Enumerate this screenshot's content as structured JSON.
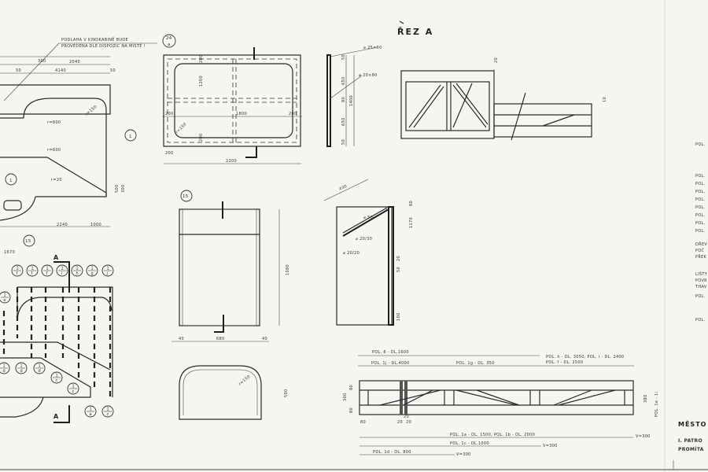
{
  "drawing": {
    "section_title": "ŘEZ A",
    "note_line1": "PODLAHA V KINOKABINĚ BUDE",
    "note_line2": "PROVEDENA DLE DISPOZIC NA MÍSTĚ !",
    "callouts": {
      "c24a_top": "24",
      "c24a_bottom": "a",
      "c1_a": "1",
      "c1_b": "1",
      "c15_a": "15",
      "c15_b": "15",
      "section_marker": "A"
    },
    "plan_dims": [
      "300",
      "2040",
      "50",
      "4140",
      "50",
      "r=150",
      "r=600",
      "r=600",
      "r=20",
      "500",
      "300",
      "2240",
      "1000",
      "1670"
    ],
    "part_labels_top": [
      [
        "1",
        "f"
      ],
      [
        "1",
        "f"
      ],
      [
        "1",
        "f"
      ],
      [
        "1",
        "i"
      ],
      [
        "1",
        "h"
      ],
      [
        "1",
        "g"
      ],
      [
        "1",
        "j"
      ]
    ],
    "part_labels_bottom": [
      [
        "1",
        "d"
      ],
      [
        "1",
        "d"
      ],
      [
        "1",
        "d"
      ],
      [
        "1",
        "c"
      ],
      [
        "1",
        "c"
      ],
      [
        "1",
        "a"
      ],
      [
        "1",
        "c"
      ]
    ],
    "part_label_e": [
      "1",
      "e"
    ],
    "frame_dims": [
      "200",
      "1200",
      "200",
      "200",
      "1800",
      "200",
      "r=150",
      "200",
      "2200"
    ],
    "side_dims": [
      "⌀ 25×50",
      "⌀ 20×80",
      "50",
      "650",
      "1400",
      "80",
      "650",
      "50"
    ],
    "panel15_dims": [
      "1080",
      "40",
      "680",
      "40",
      "500",
      "r=150"
    ],
    "bracket_dims": [
      "430",
      "⌀ 20/30",
      "⌀ 20/20",
      "⌀ 50",
      "80",
      "1170",
      "20",
      "50",
      "100"
    ],
    "cabinet_dims": [
      "20",
      "10"
    ],
    "beam": {
      "top_labels": [
        "POL. 6 - DL.1600",
        "POL. 1j - DL.4000",
        "POL. 1g - DL. 350",
        "POL. h - DL. 3050, POL. i - DL. 2400",
        "POL. f - DL. 2500"
      ],
      "side_dims": [
        "80",
        "300",
        "80",
        "380",
        "POL. 1e - 1i"
      ],
      "small_dims": [
        "80",
        "20",
        "20",
        "20"
      ],
      "bottom_labels": [
        "POL. 1a - DL. 1500, POL. 1b - DL. 2000",
        "POL. 1c - DL.1000",
        "POL. 1d - DL. 800"
      ],
      "v_labels": [
        "V=300",
        "V=300",
        "V=300"
      ]
    },
    "legend_right": [
      "POL.",
      "POL.",
      "POL.",
      "POL.",
      "POL.",
      "POL.",
      "POL.",
      "POL.",
      "POL.",
      "DŘEV",
      "POČ",
      "PŘEK",
      "LIŠTY",
      "POVR",
      "THAV",
      "POL.",
      "POL."
    ],
    "title_block": {
      "city": "MĚSTO",
      "floor": "I. PATRO",
      "room": "PROMÍTA"
    }
  }
}
